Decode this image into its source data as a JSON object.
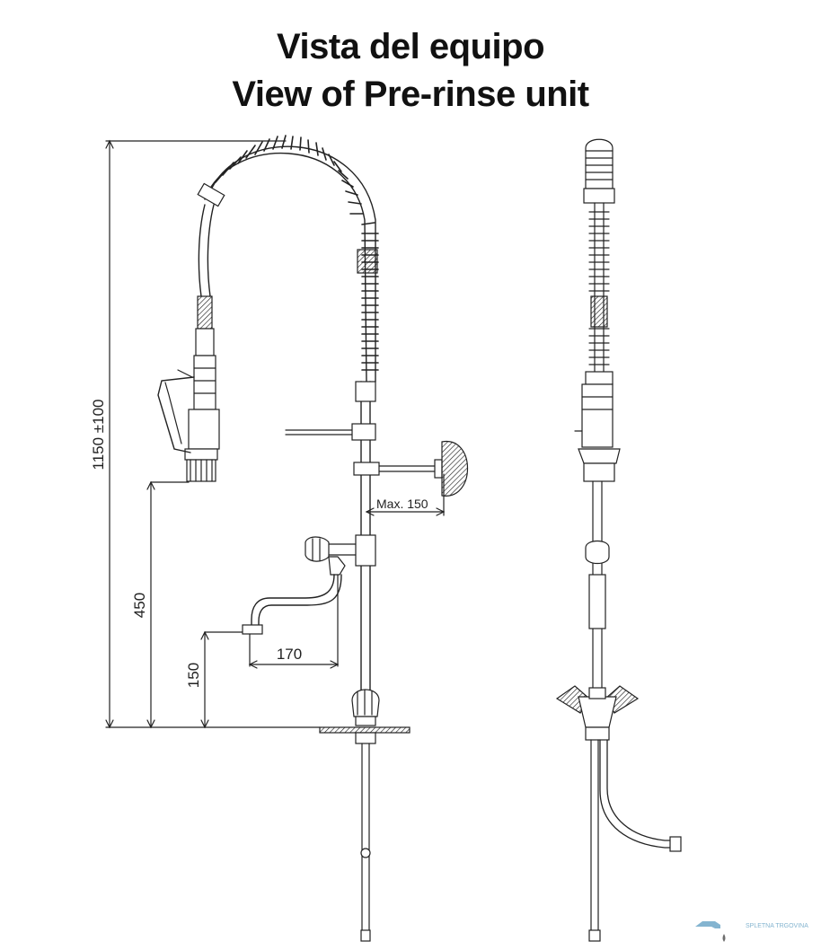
{
  "title": {
    "line1": "Vista del equipo",
    "line2": "View of Pre-rinse unit"
  },
  "dimensions": {
    "total_height": "1150 ±100",
    "spray_height": "450",
    "spout_height": "150",
    "spout_reach": "170",
    "bracket_max": "Max. 150"
  },
  "watermark": {
    "text": "SPLETNA TRGOVINA"
  }
}
